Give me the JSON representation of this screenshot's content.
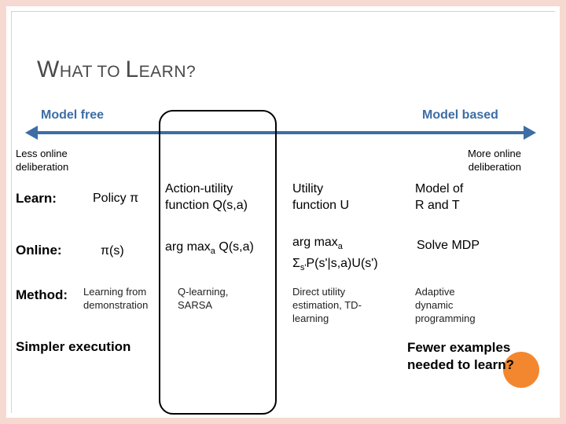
{
  "slide": {
    "title_first_big": "W",
    "title_first_rest": "HAT TO ",
    "title_second_big": "L",
    "title_second_rest": "EARN?",
    "model_free": "Model free",
    "model_based": "Model based",
    "less_online_1": "Less online",
    "less_online_2": "deliberation",
    "more_online_1": "More online",
    "more_online_2": "deliberation"
  },
  "rows": {
    "learn": {
      "label": "Learn:",
      "col1": "Policy π",
      "col2_line1": "Action-utility",
      "col2_line2": "function Q(s,a)",
      "col3_line1": "Utility",
      "col3_line2": "function U",
      "col4_line1": "Model of",
      "col4_line2": "R and T"
    },
    "online": {
      "label": "Online:",
      "col1": "π(s)",
      "col2_pre": "arg max",
      "col2_sub": "a",
      "col2_post": " Q(s,a)",
      "col3_pre": "arg max",
      "col3_sub": "a",
      "col3_line2_pre": "Σ",
      "col3_line2_sub": "s'",
      "col3_line2_post": "P(s'|s,a)U(s')",
      "col4": "Solve MDP"
    },
    "method": {
      "label": "Method:",
      "col1_line1": "Learning from",
      "col1_line2": "demonstration",
      "col2_line1": "Q-learning,",
      "col2_line2": "SARSA",
      "col3_line1": "Direct utility",
      "col3_line2": "estimation, TD-",
      "col3_line3": "learning",
      "col4_line1": "Adaptive",
      "col4_line2": "dynamic",
      "col4_line3": "programming"
    }
  },
  "bottom": {
    "left": "Simpler execution",
    "right_line1": "Fewer examples",
    "right_line2": "needed to learn?"
  },
  "colors": {
    "frame": "#f6d9d0",
    "accent_blue": "#3d6da5",
    "accent_orange": "#f3872f"
  }
}
